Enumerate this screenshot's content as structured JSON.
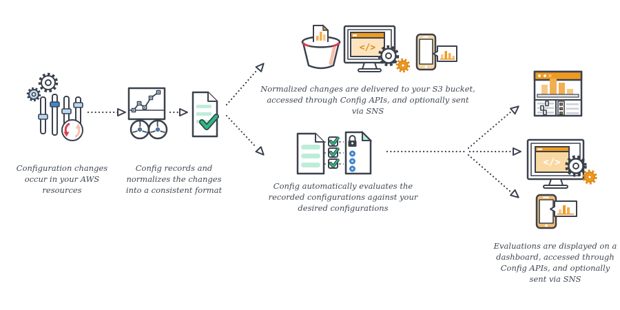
{
  "diagram": {
    "code_glyph": "</>",
    "captions": {
      "resources": "Configuration changes\noccur in your AWS\nresources",
      "recorder": "Config records and\nnormalizes the changes\ninto a consistent format",
      "delivery": "Normalized changes are delivered to your S3 bucket,\naccessed through Config APIs, and optionally sent via SNS",
      "evaluation": "Config automatically evaluates the\nrecorded configurations against your\ndesired configurations",
      "results": "Evaluations are displayed on a\ndashboard, accessed through\nConfig APIs, and optionally\nsent via SNS"
    },
    "icons": [
      "gear-icon",
      "sliders-icon",
      "sync-arrows-icon",
      "config-recorder-icon",
      "reel-icon",
      "normalized-document-check-icon",
      "s3-bucket-icon",
      "code-monitor-icon",
      "gears-icon",
      "mobile-chart-popup-icon",
      "recorded-config-document-icon",
      "compliance-checkbox-icon",
      "rules-document-lock-icon",
      "dashboard-icon",
      "code-monitor-gears-icon",
      "mobile-chart-popup-icon"
    ],
    "colors": {
      "outline": "#3a414c",
      "orange": "#f09a21",
      "peach": "#fde4c0",
      "green": "#2bb981",
      "mint": "#bdedd9",
      "blue": "#4384cd",
      "light_blue": "#b8d8f1",
      "red": "#df3a4e",
      "salmon": "#f7bfae",
      "text": "#3f4752"
    }
  }
}
